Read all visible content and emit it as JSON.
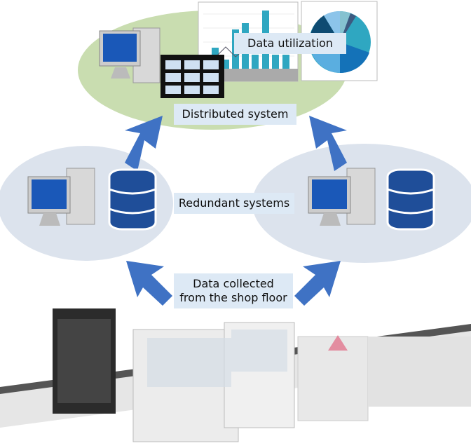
{
  "labels": {
    "data_utilization": "Data utilization",
    "distributed_system": "Distributed system",
    "redundant_systems": "Redundant systems",
    "data_collected": "Data collected from the shop floor"
  },
  "colors": {
    "distributed_ellipse": "#c9ddb0",
    "redundant_ellipse": "#dce3ed",
    "arrow": "#3f72c4",
    "label_bg": "#dde9f5",
    "database": "#1f4e99",
    "chart_bar": "#2fa7c1"
  },
  "icons": [
    "computer-icon",
    "table-icon",
    "database-icon",
    "bar-chart-icon",
    "pie-chart-icon",
    "factory-line-image"
  ]
}
